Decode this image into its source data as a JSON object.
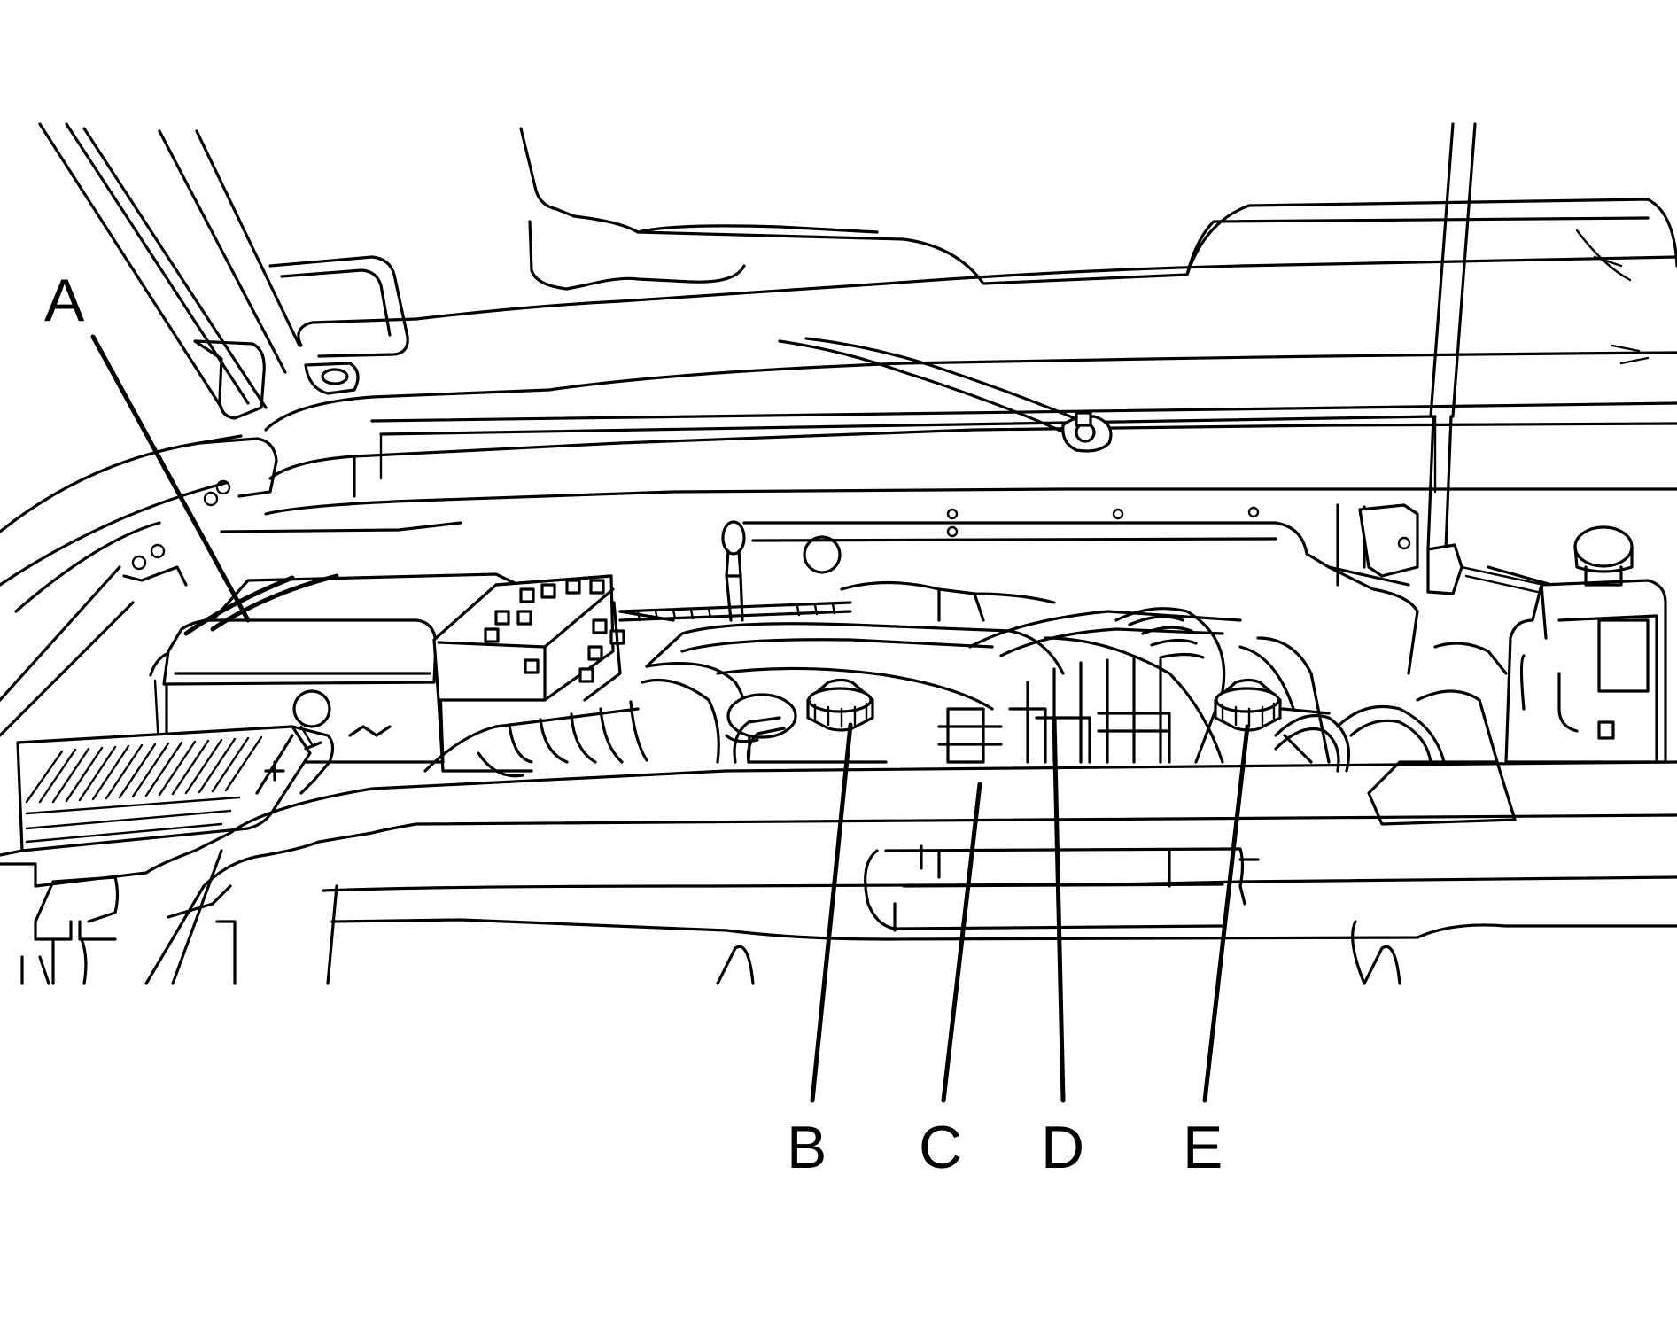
{
  "callouts": [
    {
      "id": "A",
      "label": "A"
    },
    {
      "id": "B",
      "label": "B"
    },
    {
      "id": "C",
      "label": "C"
    },
    {
      "id": "D",
      "label": "D"
    },
    {
      "id": "E",
      "label": "E"
    }
  ],
  "colors": {
    "ink": "#000000",
    "background": "#ffffff"
  }
}
